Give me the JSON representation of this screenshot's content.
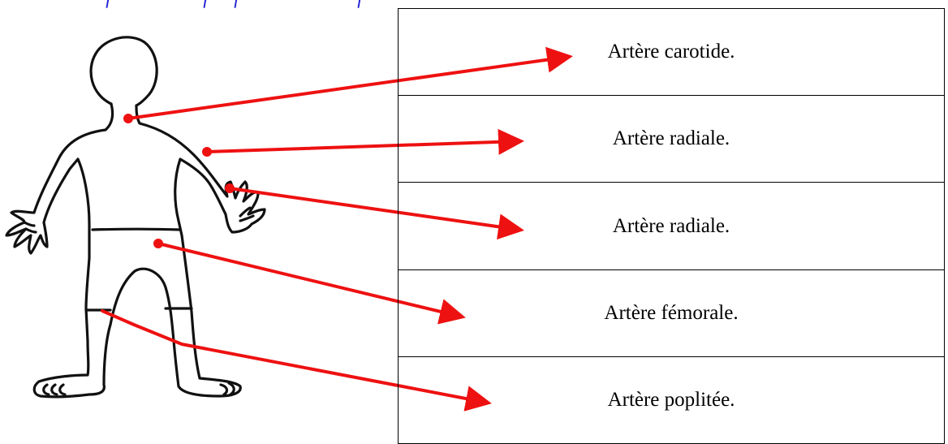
{
  "diagram": {
    "labels": [
      "Artère carotide.",
      "Artère radiale.",
      "Artère radiale.",
      "Artère fémorale.",
      "Artère poplitée."
    ],
    "colors": {
      "arrow": "#ee1111",
      "outline": "#111111",
      "header_text": "#1f1fd6",
      "table_border": "#000000"
    }
  }
}
